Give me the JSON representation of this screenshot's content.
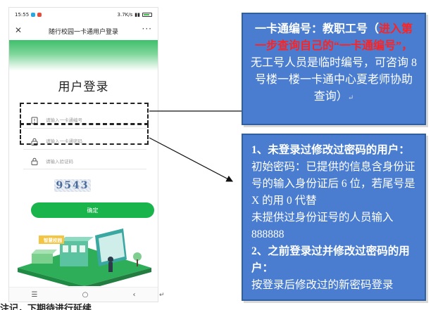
{
  "status_bar": {
    "time": "15:55",
    "speed": "3.7K/s",
    "battery": "89"
  },
  "app_title": "随行校园一卡通用户登录",
  "close_symbol": "✕",
  "more_symbol": "···",
  "login_title": "用户登录",
  "fields": {
    "card_placeholder": "请输入一卡通编号",
    "password_placeholder": "请输入一卡通密码",
    "captcha_placeholder": "请输入验证码"
  },
  "captcha_text": "9543",
  "confirm_label": "确定",
  "illustration_sign": "智慧校园",
  "nav": {
    "menu": "☰",
    "home": "○",
    "back": "‹"
  },
  "note1": {
    "line1_prefix": "一卡通编号：教职工号（",
    "line1_red": "进入第一步查询自己的“一卡通编号”，",
    "line2": "无工号人员是临时编号，可咨询 8 号楼一楼一卡通中心夏老师协助查询）"
  },
  "note2": {
    "h1": "1、未登录过修改过密码的用户：",
    "p1": "初始密码：已提供的信息含身份证号的输入身份证后 6 位，若尾号是 X 的用 0 代替",
    "p2": "未提供过身份证号的人员输入888888",
    "h2": "2、之前登录过并修改过密码的用户：",
    "p3": "按登录后修改过的新密码登录"
  },
  "bottom_cut_text": "注记，下期待进行延续",
  "colors": {
    "accent_green": "#19b44b",
    "note_blue": "#4a7dcf",
    "highlight_red": "#ff2222"
  },
  "icons": [
    "close-icon",
    "more-icon",
    "card-icon",
    "lock-icon",
    "lock-icon",
    "menu-icon",
    "home-icon",
    "back-icon"
  ]
}
